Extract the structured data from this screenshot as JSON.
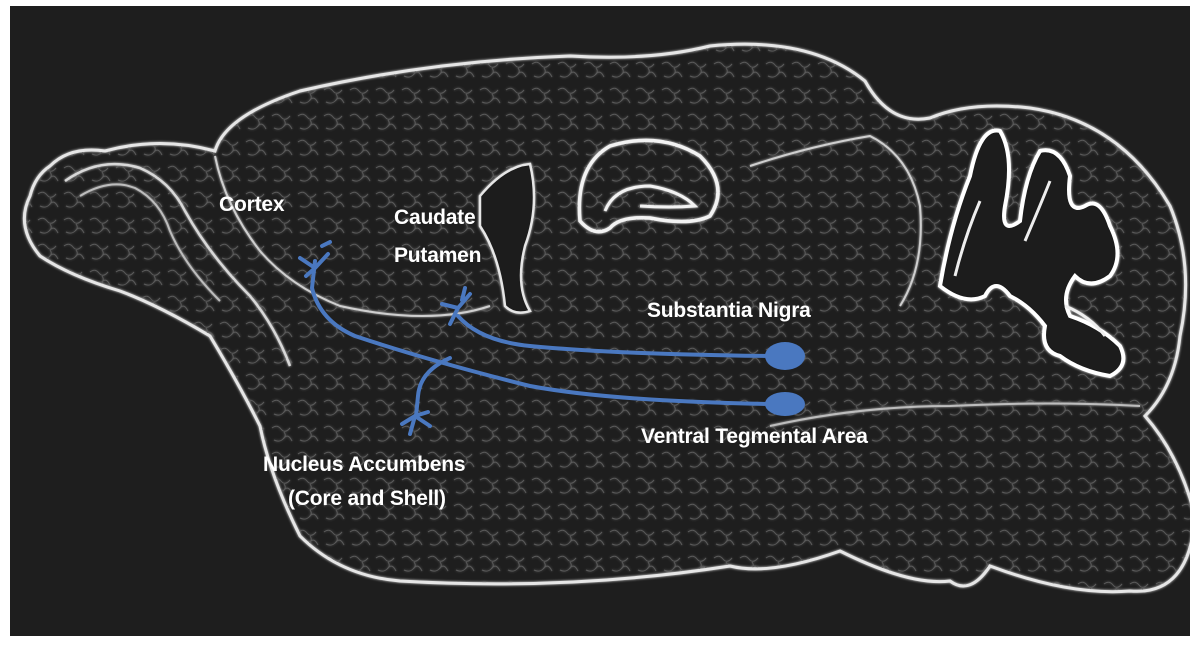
{
  "colors": {
    "background": "#1e1e1e",
    "outline": "#e6e6e6",
    "pathway": "#4a78c0",
    "label": "#ffffff"
  },
  "labels": {
    "cortex": "Cortex",
    "caudate_line1": "Caudate",
    "caudate_line2": "Putamen",
    "substantia_nigra": "Substantia Nigra",
    "vta": "Ventral Tegmental Area",
    "nacc_line1": "Nucleus Accumbens",
    "nacc_line2": "(Core and Shell)"
  }
}
